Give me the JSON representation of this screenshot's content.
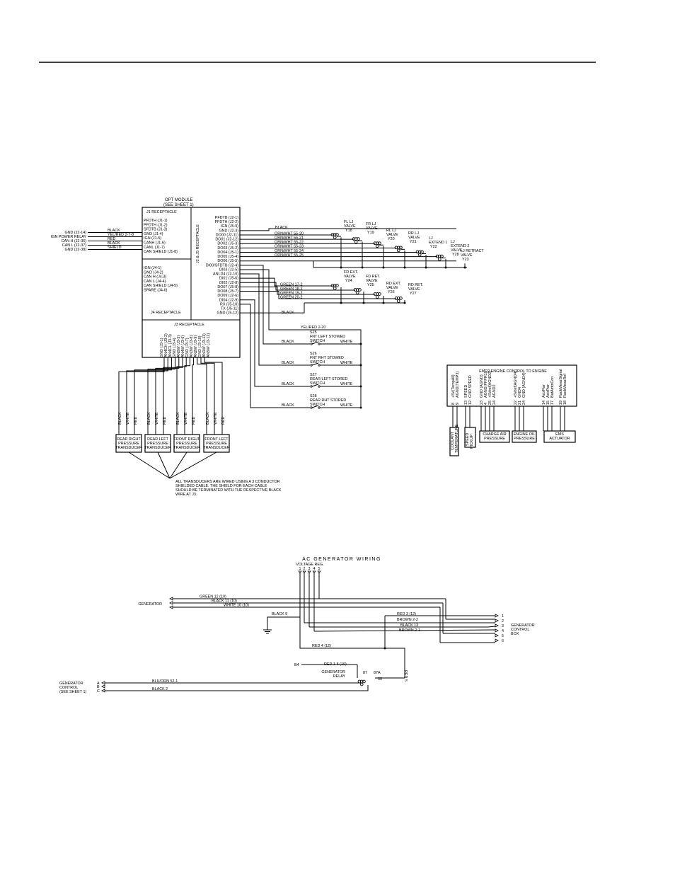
{
  "module": {
    "title": "OPT MODULE",
    "subtitle": "(SEE SHEET 1)"
  },
  "j1": {
    "title": "J1 RECEPTACLE",
    "pins": [
      "PFDTH (J1-1)",
      "PFDTH (J1-2)",
      "SFDTB (J1-3)",
      "GND (J1-4)",
      "IGN (J1-5)",
      "CANH (J1-6)",
      "CANL (J1-7)",
      "CAN SHIELD (J1-8)"
    ],
    "ext_left": [
      "GND (J2-14)",
      "IGN POWER RELAY",
      "CAN H (J2-36)",
      "CAN L (J2-37)",
      "GND (J2-38)"
    ],
    "wire_colors": [
      "BLACK",
      "YEL/RED 2-7-8",
      "RED",
      "BLACK",
      "SHIELD"
    ]
  },
  "j4": {
    "title": "J4 RECEPTACLE",
    "pins": [
      "IGN (J4-1)",
      "GND (J4-2)",
      "CAN H (J4-3)",
      "CAN L (J4-4)",
      "CAN SHIELD (J4-5)",
      "SPARE (J4-6)"
    ]
  },
  "j2j5": {
    "title": "J2 & J5 RECEPTACLE",
    "pins": [
      "PFDTB (J2-1)",
      "PFDTH (J2-2)",
      "IGN (J5-9)",
      "GND (J2-3)",
      "DO00 (J2-11)",
      "DO01 (J2-12)",
      "DO02 (J5-3)",
      "DO03 (J5-2)",
      "DO04 (J5-1)",
      "DO05 (J5-4)",
      "DO06 (J5-5)",
      "DI00/SFDTB (J2-4)",
      "DI03 (J2-5)",
      "ANLD4 (J2-10)",
      "DI01 (J5-6)",
      "DI02 (J2-8)",
      "DO07 (J5-8)",
      "DO08 (J5-7)",
      "DO09 (J2-6)",
      "DI04 (J2-9)",
      "RX (J5-10)",
      "TX (J5-11)",
      "GND (J5-12)"
    ]
  },
  "valves": {
    "wire_black": "BLACK",
    "wires": [
      "ORN/WHT 55-20",
      "ORN/WHT 55-21",
      "ORN/WHT 55-22",
      "ORN/WHT 55-23",
      "ORN/WHT 55-24",
      "ORN/WHT 55-25"
    ],
    "labels": [
      {
        "name": "FL LJ",
        "line2": "VALVE",
        "id": "Y18"
      },
      {
        "name": "FR LJ",
        "line2": "VALVE",
        "id": "Y19"
      },
      {
        "name": "RL LJ",
        "line2": "VALVE",
        "id": "Y20"
      },
      {
        "name": "RR LJ",
        "line2": "VALVE",
        "id": "Y21"
      },
      {
        "name": "LJ",
        "line2": "EXTEND 1",
        "id": "Y22"
      },
      {
        "name": "LJ",
        "line2": "EXTEND 2",
        "extra": "VALVE",
        "id": "Y28"
      },
      {
        "name": "LJ RETRACT",
        "line2": "VALVE",
        "id": "Y23"
      }
    ]
  },
  "ext_valves": {
    "wires": [
      "GREEN 17-2",
      "GREEN 18-2",
      "GREEN 19-2",
      "GREEN 20-2"
    ],
    "labels": [
      {
        "name": "FD EXT.",
        "line2": "VALVE",
        "id": "Y24"
      },
      {
        "name": "FD RET.",
        "line2": "VALVE",
        "id": "Y25"
      },
      {
        "name": "RD EXT.",
        "line2": "VALVE",
        "id": "Y26"
      },
      {
        "name": "RD RET.",
        "line2": "VALVE",
        "id": "Y27"
      }
    ],
    "gnd_wire": "BLACK"
  },
  "switches": {
    "feed_wire": "YEL/RED 2-20",
    "items": [
      {
        "id": "S25",
        "name": "FNT LEFT STOWED",
        "sub": "SWITCH",
        "left": "BLACK",
        "right": "WHITE"
      },
      {
        "id": "S26",
        "name": "FNT RHT STOWED",
        "sub": "SWITCH",
        "left": "BLACK",
        "right": "WHITE"
      },
      {
        "id": "S27",
        "name": "REAR LEFT STORED",
        "sub": "SWITCH",
        "left": "BLACK",
        "right": "WHITE"
      },
      {
        "id": "S28",
        "name": "REAR RHT STORED",
        "sub": "SWITCH",
        "left": "BLACK",
        "right": "WHITE"
      }
    ]
  },
  "j3": {
    "title": "J3 RECEPTACLE",
    "pins": [
      "GND (J3-1)",
      "AN4CH (J3-2)",
      "AN4CL (J3-3)",
      "GND (J3-4)",
      "AN0W (J3-5)",
      "AN4W (J3-6)",
      "GND (J3-7)",
      "AN3W (J3-8)",
      "AN2W (J3-9)",
      "GND (J3-10)",
      "AN1W (J3-11)",
      "AN5W (J3-12)"
    ]
  },
  "transducers": {
    "wire_labels": [
      "BLACK",
      "WHITE",
      "RED"
    ],
    "items": [
      {
        "l1": "REAR RIGHT",
        "l2": "PRESSURE",
        "l3": "TRANSDUCER"
      },
      {
        "l1": "REAR LEFT",
        "l2": "PRESSURE",
        "l3": "TRANSDUCER"
      },
      {
        "l1": "FRONT RIGHT",
        "l2": "PRESSURE",
        "l3": "TRANSDUCER"
      },
      {
        "l1": "FRONT LEFT",
        "l2": "PRESSURE",
        "l3": "TRANSDUCER"
      }
    ],
    "note": [
      "ALL TRANSDUCERS ARE WIRED USING A 3 CONDUCTOR",
      "SHIELDED CABLE.  THE SHIELD FOR EACH CABLE",
      "SHOULD BE TERMINATED WITH THE RESPECTIVE BLACK",
      "WIRE AT J3."
    ]
  },
  "emr": {
    "title": "EMR2 ENGINE CONTROL TO ENGINE",
    "pin_labels": [
      "+5V(TempAll)",
      "AGND(TEMP3)",
      "SPEED",
      "GND SPEED",
      "GND (AGND)",
      "AGND(PFPR1)",
      "+5Vref(AGND2)",
      "AGND2",
      "+5Vref(AGND4)",
      "GND4",
      "GND (AGND4)",
      "ActrPwr",
      "ActrPwr",
      "BatAmtsCon",
      "RackMeasSignal",
      "RackMeasRef"
    ],
    "pin_numbers": [
      "8",
      "9",
      "13",
      "12",
      "23",
      "4",
      "25",
      "24",
      "22",
      "21",
      "24",
      "14",
      "15",
      "17",
      "19",
      "18"
    ],
    "sensors": [
      {
        "l1": "COOLANT",
        "l2": "TEMPERATURE"
      },
      {
        "l1": "SPEED",
        "l2": "PICKUP"
      },
      {
        "l1": "CHARGE AIR",
        "l2": "PRESSURE"
      },
      {
        "l1": "ENGINE OIL",
        "l2": "PRESSURE"
      },
      {
        "l1": "EMS",
        "l2": "ACTUATOR"
      }
    ]
  },
  "ac": {
    "title": "AC GENERATOR WIRING",
    "voltage_reg": "VOLTAGE REG.",
    "vr_pins": [
      "1",
      "2",
      "3",
      "4",
      "5"
    ],
    "generator": "GENERATOR",
    "gen_wires": [
      "GREEN 12 (10)",
      "BLACK 11 (10)",
      "WHITE 10 (10)"
    ],
    "black9": "BLACK 9",
    "gcb_wires": [
      "RED 3 (12)",
      "BROWN 2-2",
      "BLACK 13",
      "BROWN 2-1"
    ],
    "gcb_pins": [
      "1",
      "2",
      "3",
      "4",
      "5",
      "6"
    ],
    "gcb_label": [
      "GENERATOR",
      "CONTROL",
      "BOX"
    ],
    "red4": "RED 4 (12)",
    "b4": "B4",
    "red15": "RED 1-5 (10)",
    "relay": [
      "GENERATOR",
      "RELAY"
    ],
    "relay_pins": [
      "87",
      "87A",
      "30"
    ],
    "red5": "RED 5",
    "ctl_label": [
      "GENERATOR",
      "CONTROL",
      "(SEE SHEET 1)"
    ],
    "ctl_pins": [
      "A",
      "B",
      "C"
    ],
    "blu_orn": "BLU/ORN 52-1",
    "black2": "BLACK 2"
  }
}
